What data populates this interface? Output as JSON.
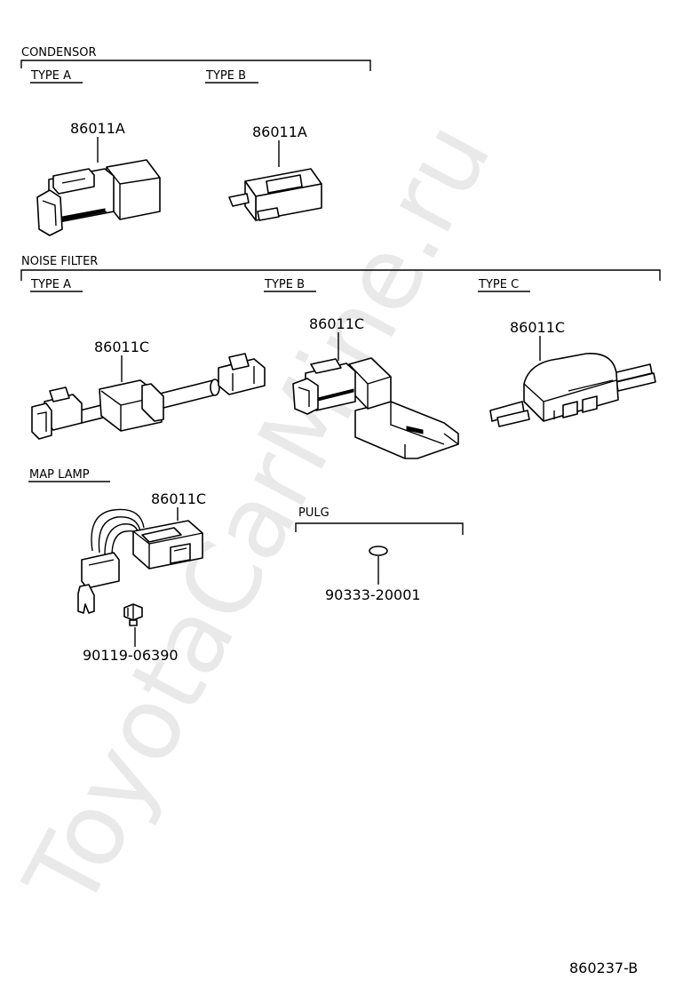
{
  "watermark": "ToyotaCarMine.ru",
  "condensor": {
    "title": "CONDENSOR",
    "type_a": {
      "label": "TYPE A",
      "part": "86011A"
    },
    "type_b": {
      "label": "TYPE B",
      "part": "86011A"
    }
  },
  "noise_filter": {
    "title": "NOISE FILTER",
    "type_a": {
      "label": "TYPE A",
      "part": "86011C"
    },
    "type_b": {
      "label": "TYPE B",
      "part": "86011C"
    },
    "type_c": {
      "label": "TYPE C",
      "part": "86011C"
    }
  },
  "map_lamp": {
    "title": "MAP LAMP",
    "part_connector": "86011C",
    "part_screw": "90119-06390"
  },
  "pulg": {
    "title": "PULG",
    "part": "90333-20001"
  },
  "footer": {
    "code": "860237-B"
  }
}
